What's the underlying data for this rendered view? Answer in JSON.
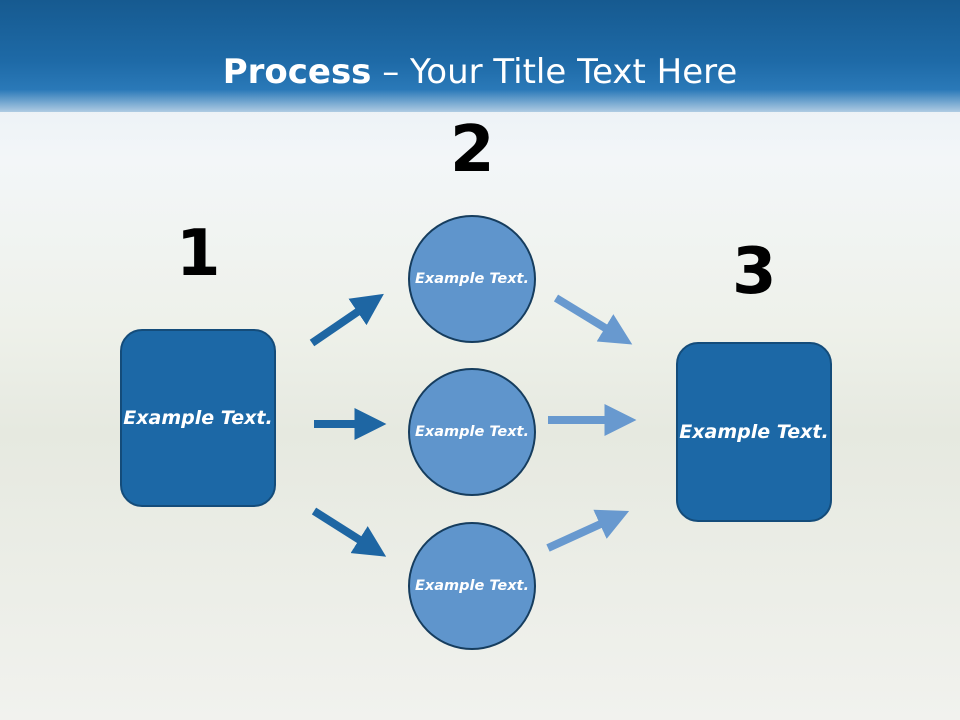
{
  "title": {
    "bold": "Process",
    "rest": " – Your Title Text Here"
  },
  "steps": [
    {
      "number": "1",
      "text": "Example Text."
    },
    {
      "number": "2",
      "items": [
        "Example Text.",
        "Example Text.",
        "Example Text."
      ]
    },
    {
      "number": "3",
      "text": "Example Text."
    }
  ],
  "colors": {
    "header": "#1e6aa7",
    "box": "#1c68a6",
    "circle": "#5f95cc",
    "arrow_dark": "#1e66a3",
    "arrow_light": "#6899cf"
  }
}
